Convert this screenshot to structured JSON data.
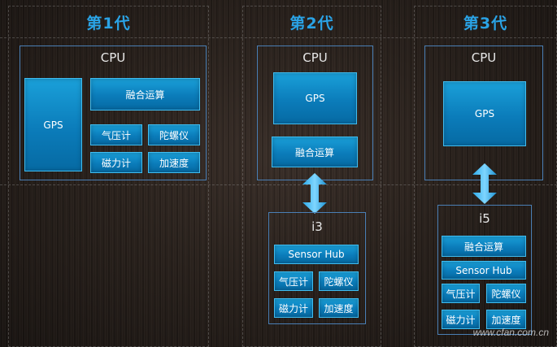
{
  "generations": [
    {
      "title": "第1代",
      "cpu_label": "CPU",
      "gps_label": "GPS",
      "fusion_label": "融合运算",
      "sensors": [
        "气压计",
        "陀螺仪",
        "磁力计",
        "加速度"
      ]
    },
    {
      "title": "第2代",
      "cpu_label": "CPU",
      "gps_label": "GPS",
      "fusion_label": "融合运算",
      "coprocessor_label": "i3",
      "hub_label": "Sensor Hub",
      "sensors": [
        "气压计",
        "陀螺仪",
        "磁力计",
        "加速度"
      ]
    },
    {
      "title": "第3代",
      "cpu_label": "CPU",
      "gps_label": "GPS",
      "coprocessor_label": "i5",
      "fusion_label": "融合运算",
      "hub_label": "Sensor Hub",
      "sensors": [
        "气压计",
        "陀螺仪",
        "磁力计",
        "加速度"
      ]
    }
  ],
  "watermark": "www.cfan.com.cn",
  "colors": {
    "accent": "#2aa3e6",
    "box_fill": "#0b7cba",
    "box_border": "#41bdf0",
    "frame_border": "#4a7fb5",
    "background": "#2a221d"
  }
}
